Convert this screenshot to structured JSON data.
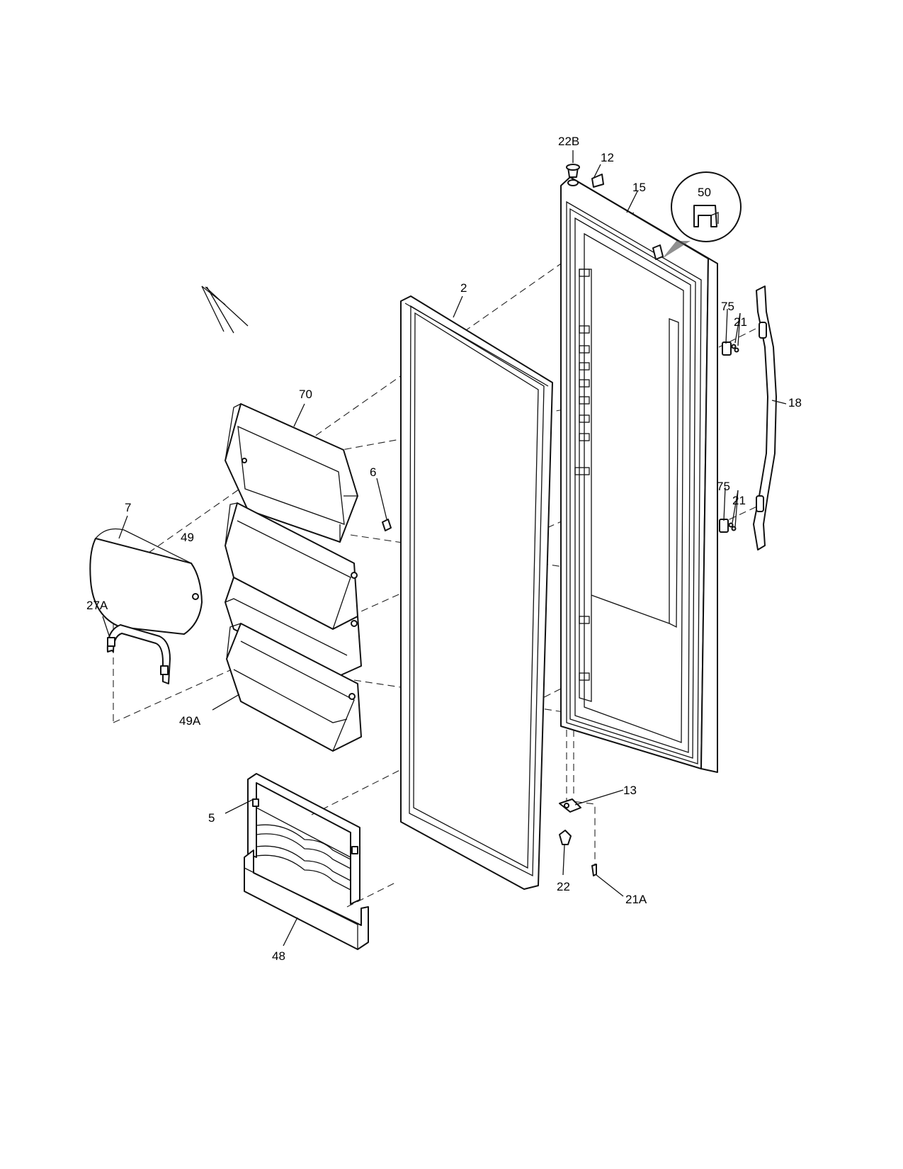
{
  "labels": {
    "l22B": "22B",
    "l12": "12",
    "l15": "15",
    "l50": "50",
    "l2": "2",
    "l75a": "75",
    "l21a": "21",
    "l18": "18",
    "l70": "70",
    "l6": "6",
    "l7": "7",
    "l49": "49",
    "l27A": "27A",
    "l75b": "75",
    "l21b": "21",
    "l49A": "49A",
    "l13": "13",
    "l5": "5",
    "l22": "22",
    "l21A": "21A",
    "l48": "48"
  }
}
